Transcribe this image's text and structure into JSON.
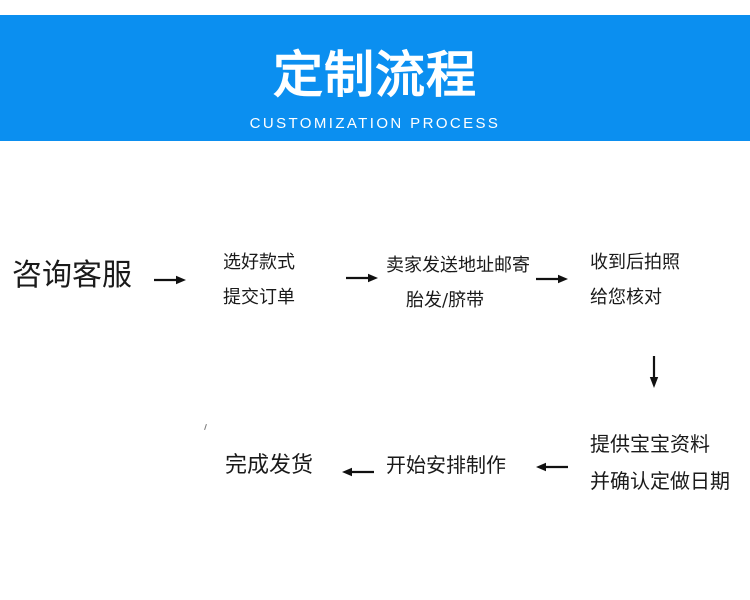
{
  "header": {
    "title": "定制流程",
    "subtitle": "CUSTOMIZATION PROCESS",
    "background_color": "#0b8ff0",
    "text_color": "#ffffff"
  },
  "steps": {
    "consult": "咨询客服",
    "select": [
      "选好款式",
      "提交订单"
    ],
    "mail": [
      "卖家发送地址邮寄",
      "胎发/脐带"
    ],
    "receive": [
      "收到后拍照",
      "给您核对"
    ],
    "info": [
      "提供宝宝资料",
      "并确认定做日期"
    ],
    "make": "开始安排制作",
    "ship": "完成发货"
  },
  "arrows": [
    "right-arrow",
    "right-arrow",
    "right-arrow",
    "down-arrow",
    "left-arrow",
    "left-arrow"
  ]
}
